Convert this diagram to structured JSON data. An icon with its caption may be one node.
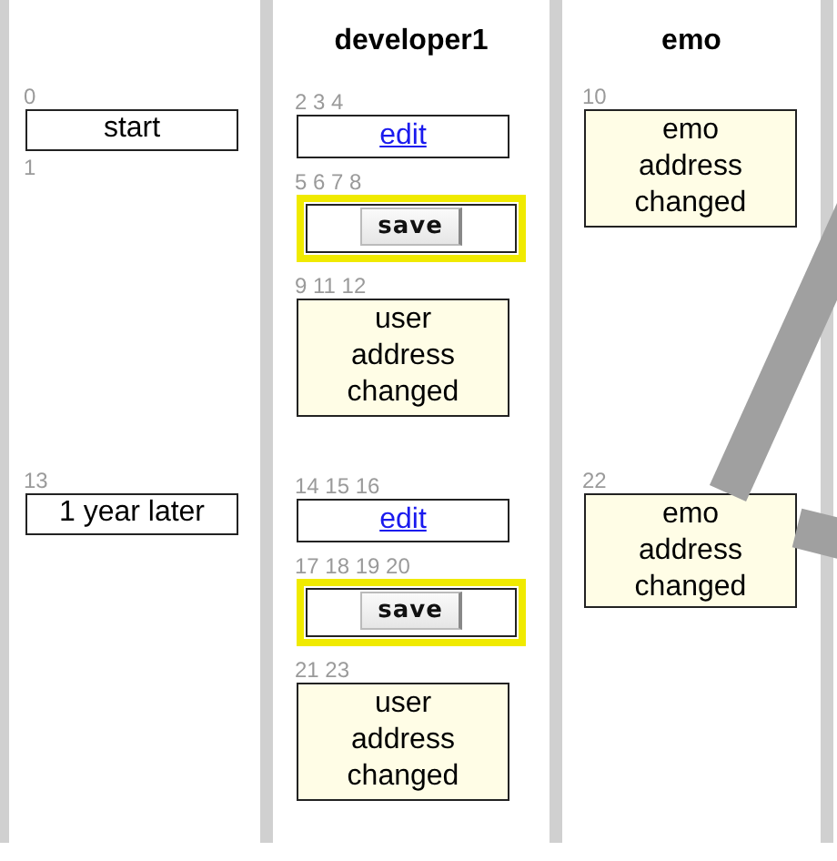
{
  "diagram": {
    "nodes": [
      {
        "text": [
          "start"
        ],
        "beside": [
          "0",
          "1"
        ]
      },
      {
        "text": [
          "1 year later"
        ],
        "beside": [
          "13"
        ]
      },
      {
        "text": [
          "developer1"
        ]
      },
      {
        "text": [
          "edit"
        ],
        "in": 2,
        "beside": [
          "2 3 4"
        ]
      },
      {
        "text": [
          "save"
        ],
        "in": 2,
        "beside": [
          "5 6 7 8"
        ]
      },
      {
        "text": [
          "user address changed"
        ],
        "in": 2,
        "beside": [
          "9 11 12"
        ]
      },
      {
        "text": [
          "edit"
        ],
        "in": 2,
        "beside": [
          "14 15 16"
        ]
      },
      {
        "text": [
          "save"
        ],
        "in": 2,
        "beside": [
          "17 18 19 20"
        ]
      },
      {
        "text": [
          "user address changed"
        ],
        "in": 2,
        "beside": [
          "21 23"
        ]
      },
      {
        "text": [
          "emo"
        ]
      },
      {
        "text": [
          "emo address changed"
        ],
        "in": 9,
        "beside": [
          "10"
        ]
      },
      {
        "text": [
          "emo address changed"
        ],
        "in": 9,
        "beside": [
          "22"
        ]
      }
    ],
    "edges": [
      {
        "from": 11,
        "to": null,
        "arrow": "none"
      },
      {
        "from": 11,
        "to": null,
        "arrow": "none"
      }
    ]
  }
}
